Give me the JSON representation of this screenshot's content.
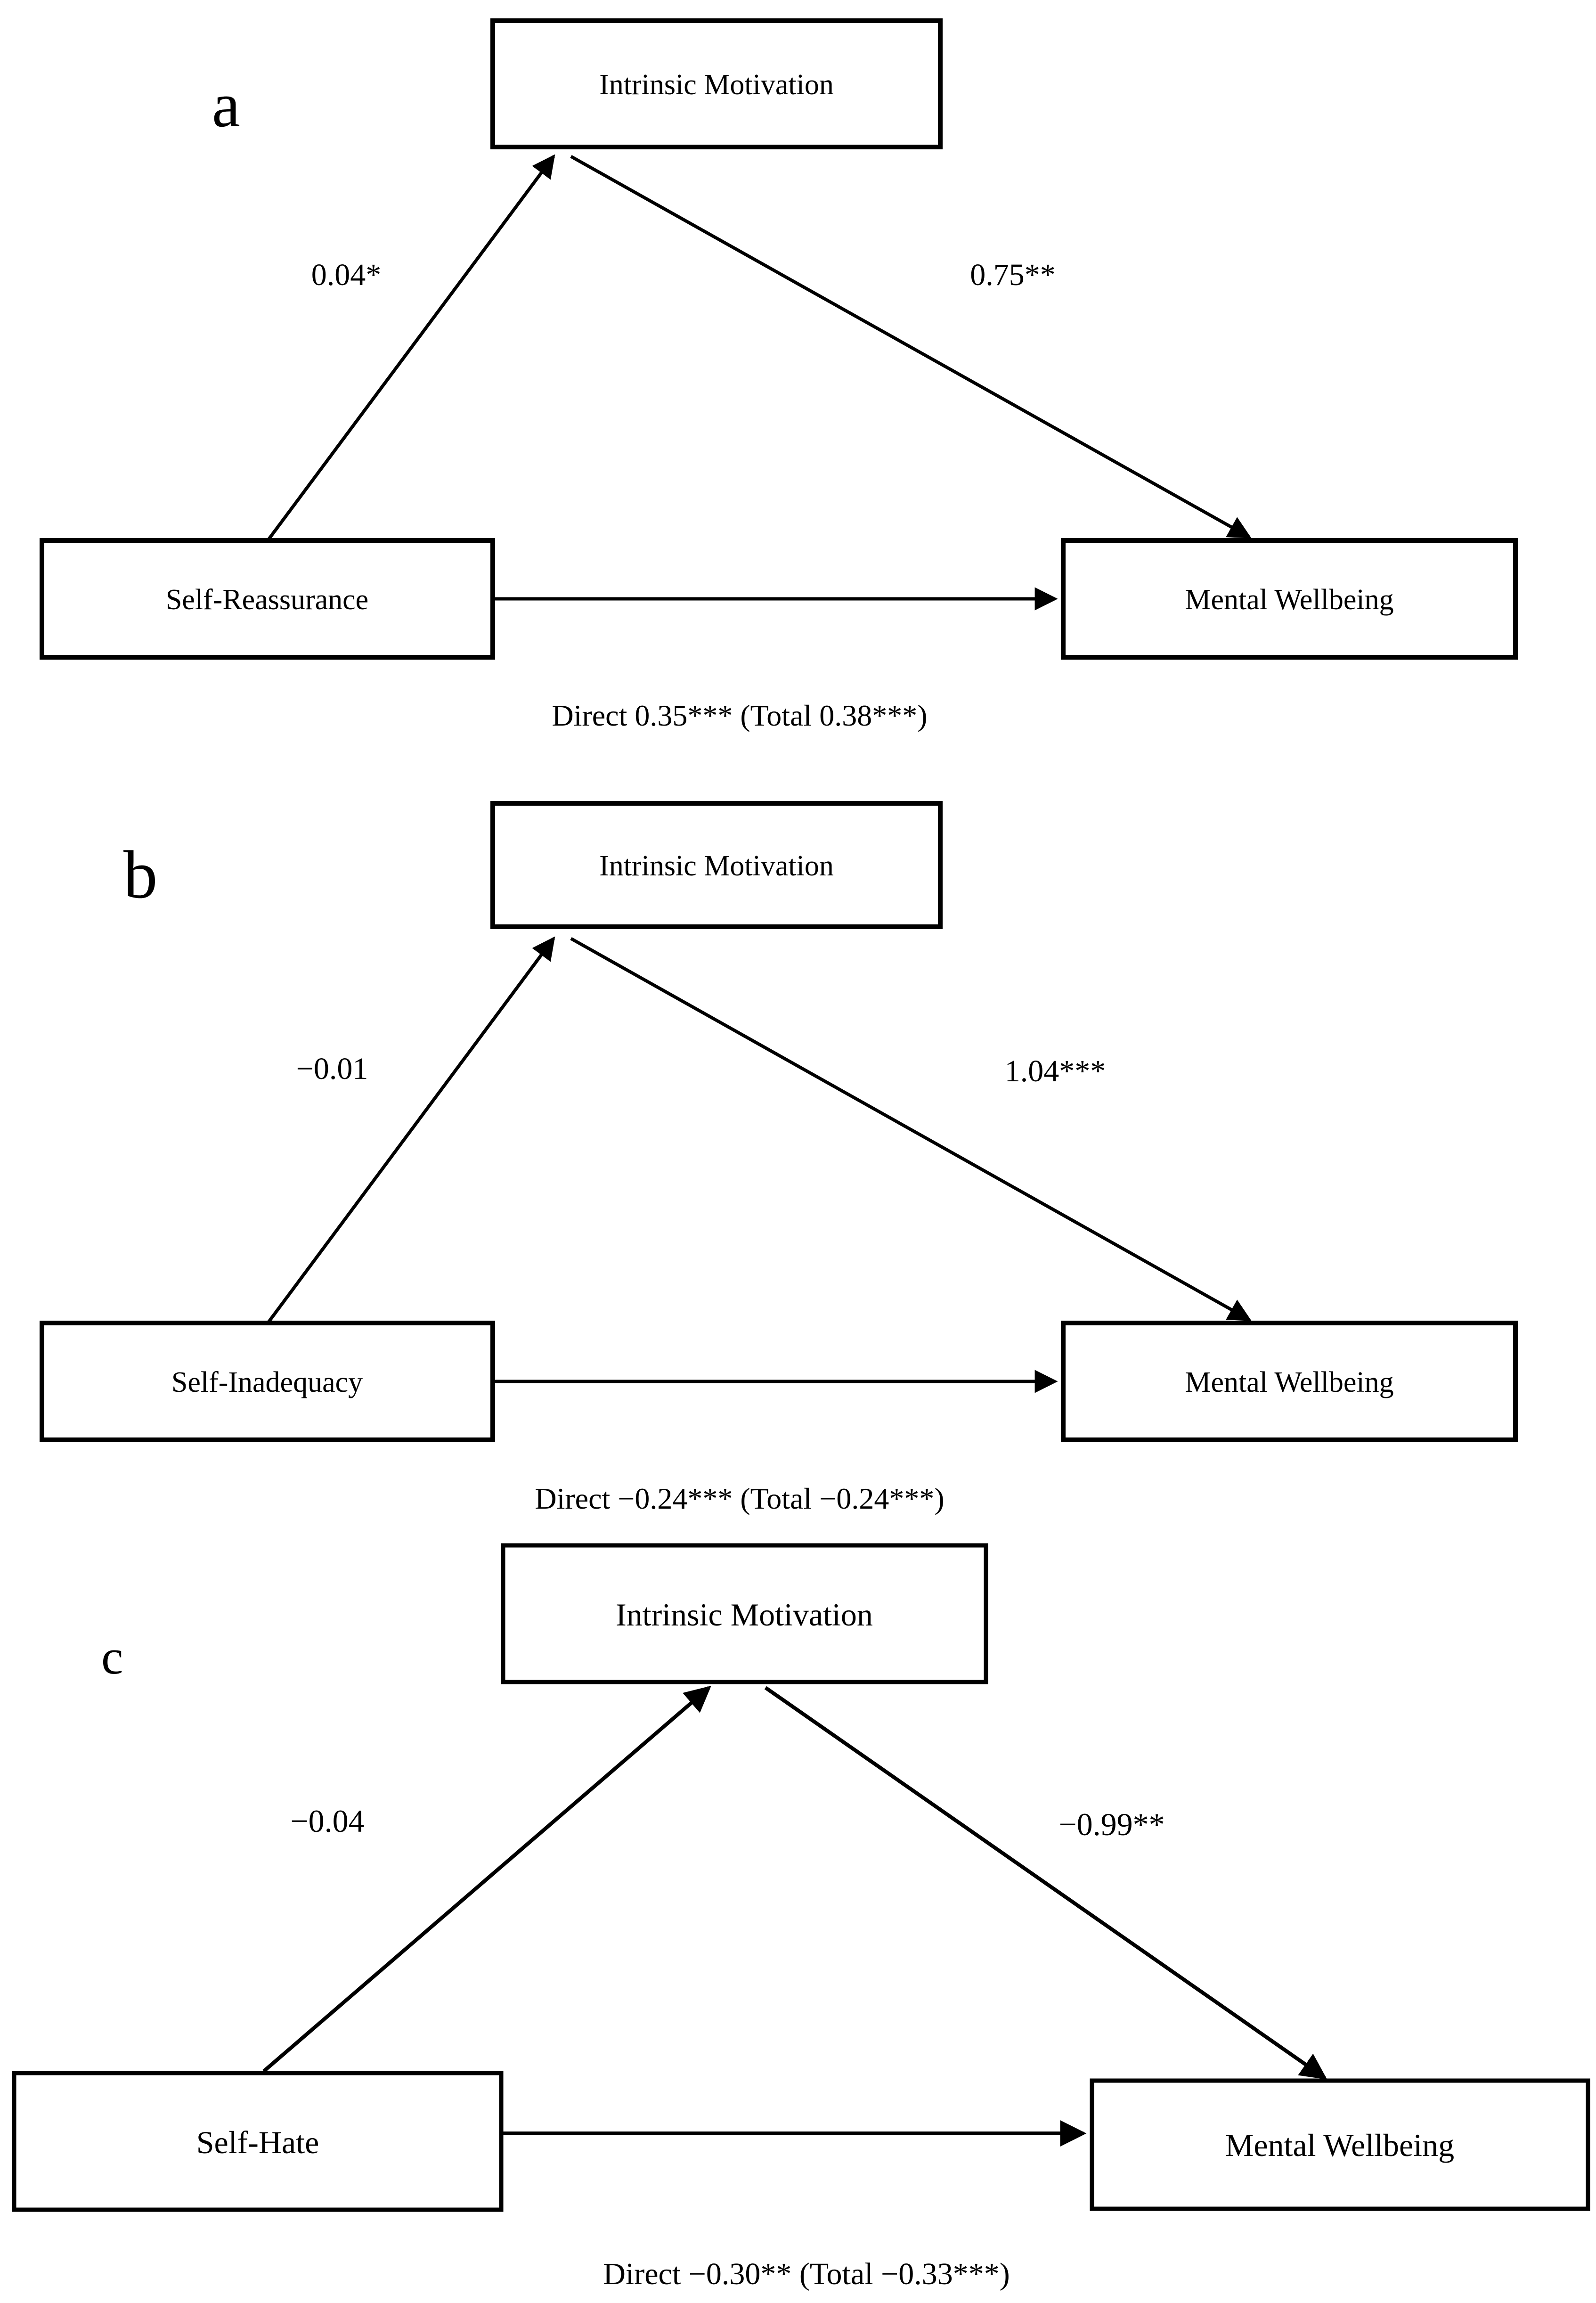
{
  "background": "#ffffff",
  "ink": "#000000",
  "figure_type": "mediation-path-diagram",
  "panels": [
    {
      "label": "a",
      "mediator": "Intrinsic Motivation",
      "predictor": "Self-Reassurance",
      "outcome": "Mental Wellbeing",
      "path_a_label": "0.04*",
      "path_b_label": "0.75**",
      "direct_label": "Direct 0.35*** (Total 0.38***)"
    },
    {
      "label": "b",
      "mediator": "Intrinsic Motivation",
      "predictor": "Self-Inadequacy",
      "outcome": "Mental Wellbeing",
      "path_a_label": "−0.01",
      "path_b_label": "1.04***",
      "direct_label": "Direct −0.24*** (Total −0.24***)"
    },
    {
      "label": "c",
      "mediator": "Intrinsic Motivation",
      "predictor": "Self-Hate",
      "outcome": "Mental Wellbeing",
      "path_a_label": "−0.04",
      "path_b_label": "−0.99**",
      "direct_label": "Direct −0.30** (Total −0.33***)"
    }
  ]
}
